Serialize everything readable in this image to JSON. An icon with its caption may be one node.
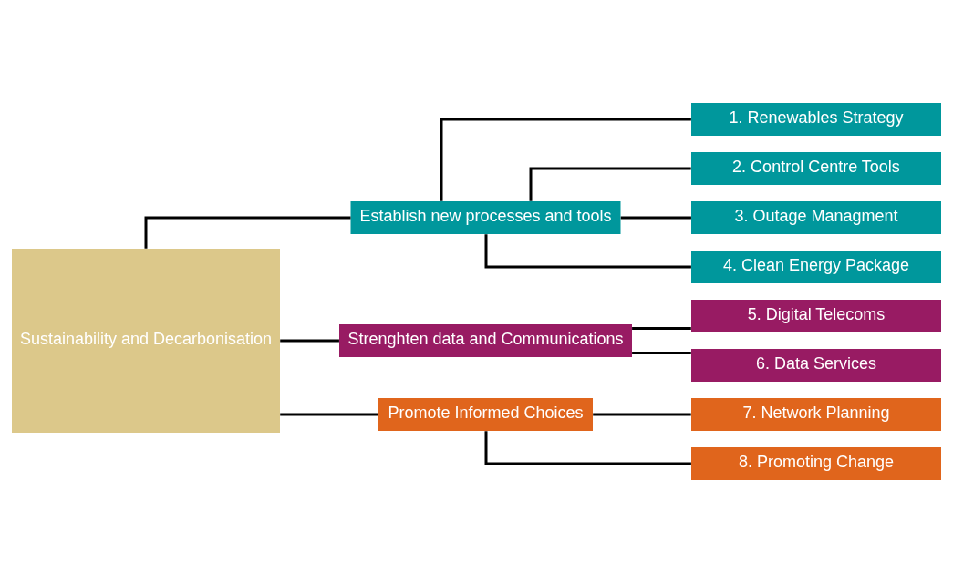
{
  "diagram": {
    "nodes": [
      {
        "text": [
          "Sustainability and Decarbonisation"
        ]
      },
      {
        "text": [
          "Establish new processes and tools"
        ]
      },
      {
        "text": [
          "1. Renewables Strategy"
        ]
      },
      {
        "text": [
          "2. Control Centre Tools"
        ]
      },
      {
        "text": [
          "3. Outage Managment"
        ]
      },
      {
        "text": [
          "4. Clean Energy Package"
        ]
      },
      {
        "text": [
          "Strenghten data and Communications"
        ]
      },
      {
        "text": [
          "5. Digital Telecoms"
        ]
      },
      {
        "text": [
          "6. Data Services"
        ]
      },
      {
        "text": [
          "Promote Informed Choices"
        ]
      },
      {
        "text": [
          "7. Network Planning"
        ]
      },
      {
        "text": [
          "8. Promoting Change"
        ]
      }
    ],
    "edges": [
      {
        "from": 0,
        "to": 1,
        "arrow": "none"
      },
      {
        "from": 0,
        "to": 6,
        "arrow": "none"
      },
      {
        "from": 0,
        "to": 9,
        "arrow": "none"
      },
      {
        "from": 1,
        "to": 2,
        "arrow": "none"
      },
      {
        "from": 1,
        "to": 3,
        "arrow": "none"
      },
      {
        "from": 1,
        "to": 4,
        "arrow": "none"
      },
      {
        "from": 1,
        "to": 5,
        "arrow": "none"
      },
      {
        "from": 6,
        "to": 7,
        "arrow": "none"
      },
      {
        "from": 6,
        "to": 8,
        "arrow": "none"
      },
      {
        "from": 9,
        "to": 10,
        "arrow": "none"
      },
      {
        "from": 9,
        "to": 11,
        "arrow": "none"
      }
    ]
  }
}
